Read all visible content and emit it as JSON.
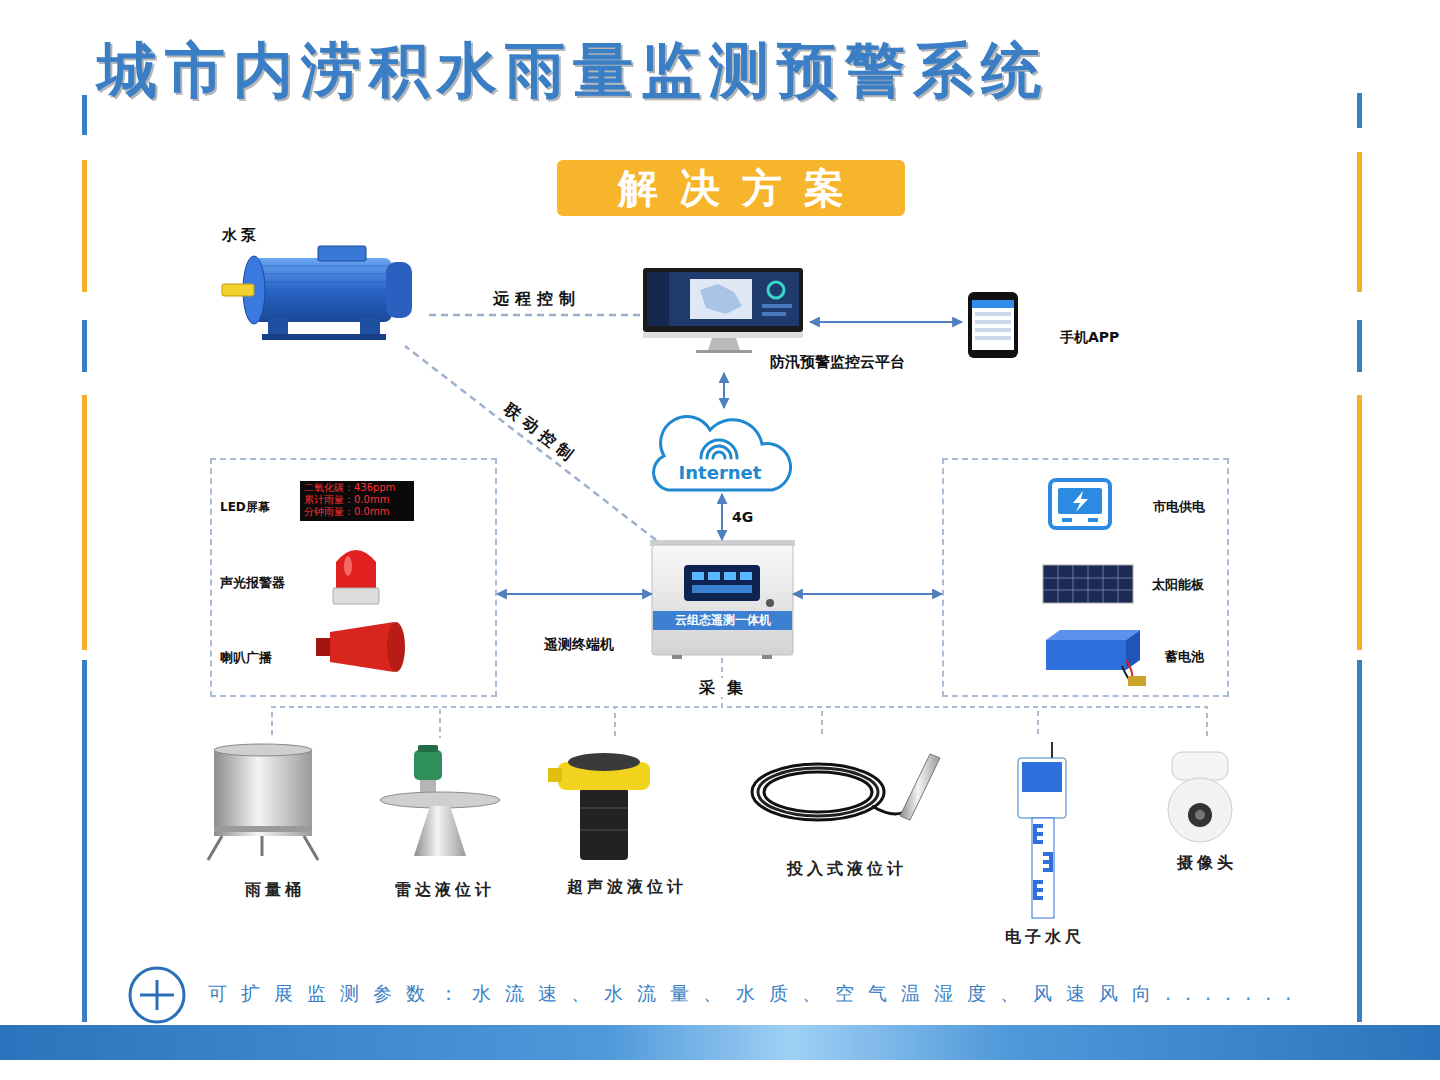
{
  "diagram": {
    "title": "城市内涝积水雨量监测预警系统",
    "nodes": [
      {
        "text": [
          "解决方案"
        ]
      },
      {
        "text": [
          "水泵"
        ]
      },
      {
        "text": [
          "防汛预警监控云平台"
        ]
      },
      {
        "text": [
          "手机APP"
        ]
      },
      {
        "text": [
          "Internet"
        ]
      },
      {
        "text": []
      },
      {
        "text": [
          "LED屏幕"
        ],
        "in": 5
      },
      {
        "text": [
          "二氧化碳：436ppm",
          "累计雨量：0.0mm",
          "分钟雨量：0.0mm"
        ],
        "in": 6
      },
      {
        "text": [
          "声光报警器"
        ],
        "in": 5
      },
      {
        "text": [
          "喇叭广播"
        ],
        "in": 5
      },
      {
        "text": [
          "云组态遥测一体机",
          "遥测终端机"
        ]
      },
      {
        "text": []
      },
      {
        "text": [
          "市电供电"
        ],
        "in": 11
      },
      {
        "text": [
          "太阳能板"
        ],
        "in": 11
      },
      {
        "text": [
          "蓄电池"
        ],
        "in": 11
      },
      {
        "text": [
          "雨量桶"
        ]
      },
      {
        "text": [
          "雷达液位计"
        ]
      },
      {
        "text": [
          "超声波液位计"
        ]
      },
      {
        "text": [
          "投入式液位计"
        ]
      },
      {
        "text": [
          "电子水尺"
        ]
      },
      {
        "text": [
          "摄像头"
        ]
      }
    ],
    "edges": [
      {
        "from": 2,
        "to": 1,
        "arrow": "none",
        "label": "远程控制"
      },
      {
        "from": 10,
        "to": 1,
        "arrow": "none",
        "label": "联动控制"
      },
      {
        "from": 2,
        "to": 3,
        "arrow": "both"
      },
      {
        "from": 2,
        "to": 4,
        "arrow": "both"
      },
      {
        "from": 4,
        "to": 10,
        "arrow": "both",
        "label": "4G"
      },
      {
        "from": 10,
        "to": 5,
        "arrow": "both"
      },
      {
        "from": 10,
        "to": 11,
        "arrow": "both"
      },
      {
        "from": 10,
        "to": 15,
        "arrow": "none"
      },
      {
        "from": 10,
        "to": 16,
        "arrow": "none"
      },
      {
        "from": 10,
        "to": 17,
        "arrow": "none"
      },
      {
        "from": 10,
        "to": 18,
        "arrow": "none"
      },
      {
        "from": 10,
        "to": 19,
        "arrow": "none"
      },
      {
        "from": 10,
        "to": 20,
        "arrow": "none"
      }
    ],
    "labels": [
      "采集",
      "可扩展监测参数：水流速、水流量、水质、空气温湿度、风速风向......."
    ]
  }
}
